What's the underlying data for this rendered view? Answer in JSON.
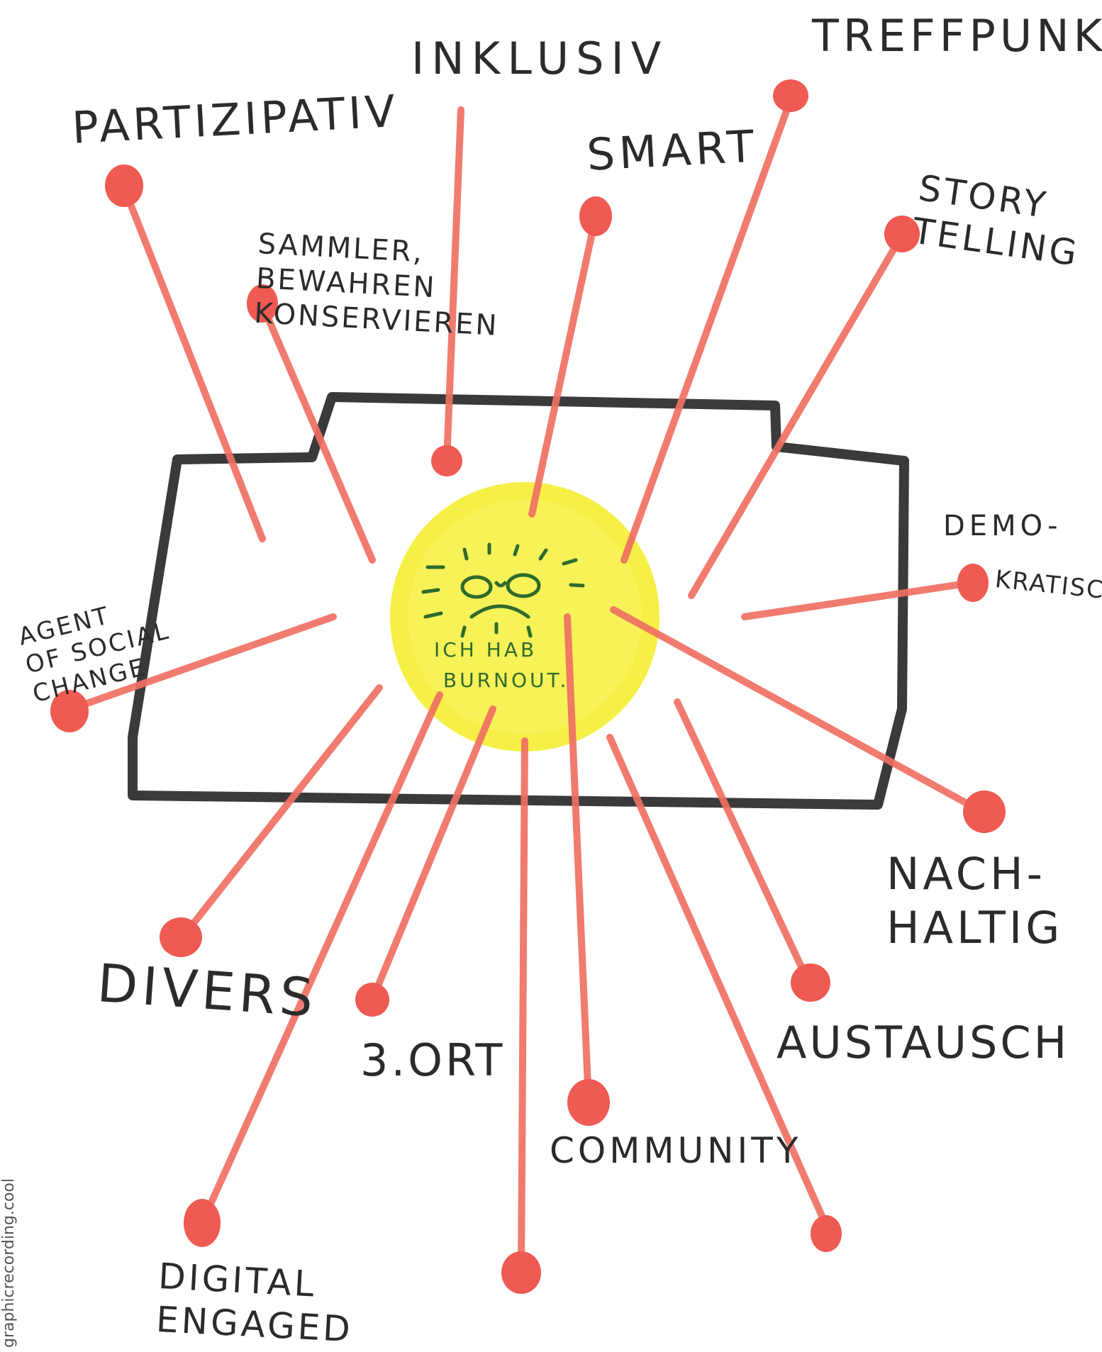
{
  "colors": {
    "ray": "#f07063",
    "dot": "#ef5a52",
    "outline": "#3a3a3a",
    "sun": "#f5ef3c",
    "face": "#2f6b2c",
    "text": "#2b2b2b"
  },
  "labels": {
    "inklusiv": "INKLUSIV",
    "treffpunkt": "TREFFPUNKT",
    "partizipativ": "PARTIZIPATIV",
    "smart": "SMART",
    "storytelling": "STORY\nTELLING",
    "sammler": "SAMMLER,\nBEWAHREN\nKONSERVIEREN",
    "demokratisch_1": "DEMO-",
    "demokratisch_2": "KRATISCH",
    "agent": "AGENT\nOF SOCIAL\nCHANGE",
    "nachhaltig": "NACH-\nHALTIG",
    "divers": "DIVERS",
    "austausch": "AUSTAUSCH",
    "ort": "3.ORT",
    "community": "COMMUNITY",
    "digital": "DIGITAL\nENGAGED"
  },
  "center": {
    "face_text": "ICH HAB\n BURNOUT."
  },
  "credit": "graphicrecording.cool"
}
